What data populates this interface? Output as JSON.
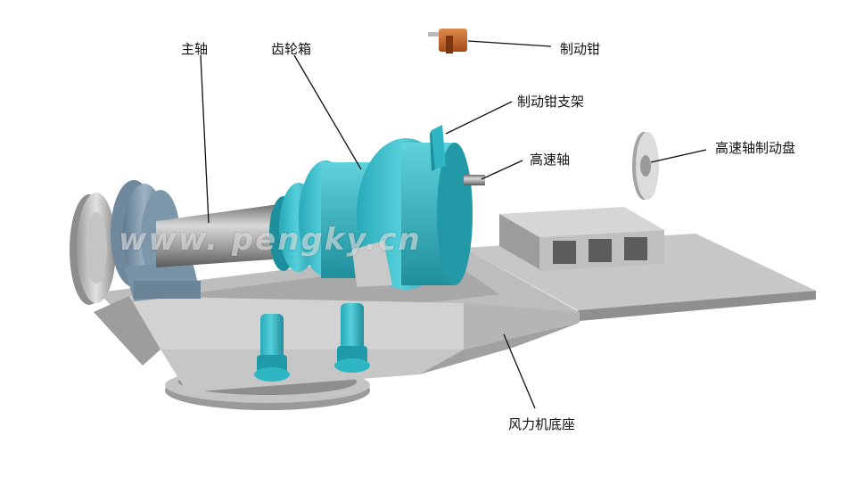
{
  "labels": {
    "main_shaft": "主轴",
    "gearbox": "齿轮箱",
    "brake_caliper": "制动钳",
    "brake_caliper_bracket": "制动钳支架",
    "high_speed_shaft": "高速轴",
    "high_speed_brake_disc": "高速轴制动盘",
    "nacelle_base": "风力机底座"
  },
  "watermark": "www. pengky.cn",
  "colors": {
    "teal": "#2fb6c4",
    "teal_dark": "#1d8f9c",
    "steel_blue": "#7f98ab",
    "grey_light": "#c9c9c9",
    "grey_mid": "#a9a9a9",
    "grey_dark": "#6e6e6e",
    "copper": "#c8642a"
  }
}
